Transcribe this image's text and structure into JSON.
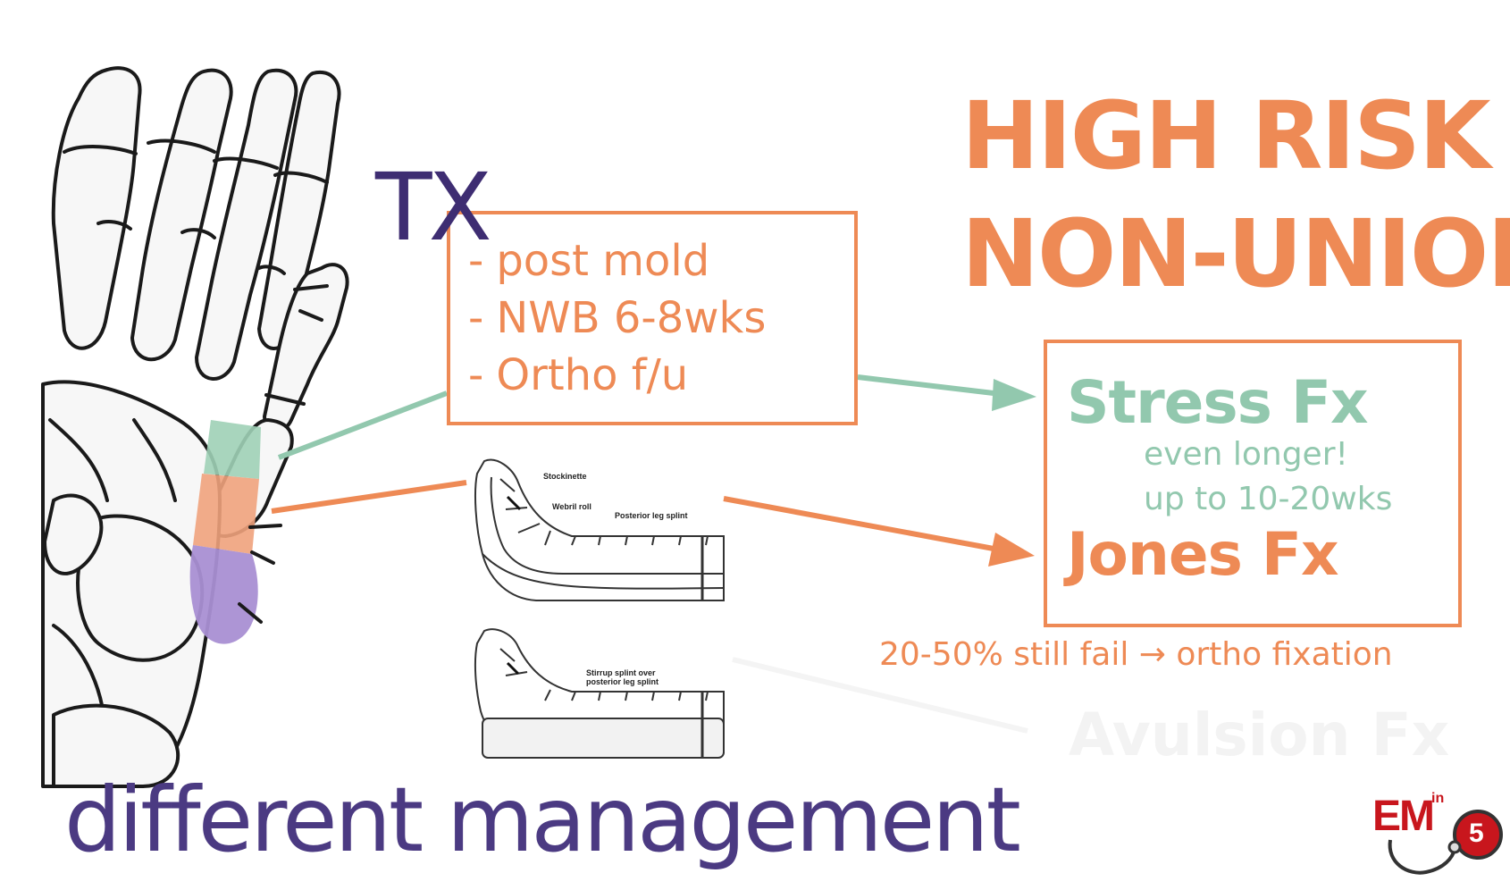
{
  "title": {
    "line1": "HIGH RISK",
    "line2": "NON-UNION"
  },
  "treatment": {
    "label": "TX",
    "items": [
      "post mold",
      "NWB 6-8wks",
      "Ortho f/u"
    ],
    "bullet": "-"
  },
  "fractures": {
    "stress": "Stress Fx",
    "stress_note_1": "even longer!",
    "stress_note_2": "up to 10-20wks",
    "jones": "Jones Fx",
    "failure_note": "20-50% still fail → ortho fixation",
    "faded_next": "Avulsion Fx"
  },
  "splints": {
    "top_labels": [
      "Stockinette",
      "Webril roll",
      "Posterior leg splint"
    ],
    "bottom_label_1": "Stirrup splint over",
    "bottom_label_2": "posterior leg splint"
  },
  "caption": "different management",
  "logo": {
    "em": "EM",
    "in": "in",
    "five": "5"
  },
  "colors": {
    "orange": "#ee8a55",
    "green": "#92c8ae",
    "purple_text": "#4b3a82",
    "purple_region": "#a98fd3",
    "logo_red": "#c8161d"
  }
}
